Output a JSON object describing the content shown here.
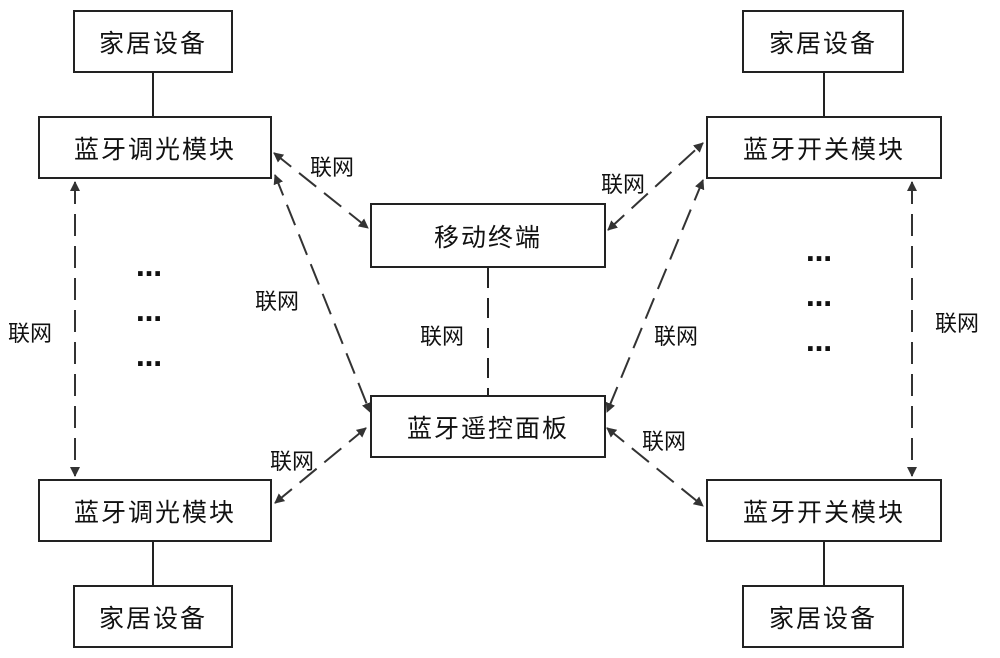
{
  "diagram": {
    "nodes": {
      "home_device_top_left": "家居设备",
      "home_device_top_right": "家居设备",
      "home_device_bottom_left": "家居设备",
      "home_device_bottom_right": "家居设备",
      "dimmer_module_top": "蓝牙调光模块",
      "dimmer_module_bottom": "蓝牙调光模块",
      "switch_module_top": "蓝牙开关模块",
      "switch_module_bottom": "蓝牙开关模块",
      "mobile_terminal": "移动终端",
      "remote_panel": "蓝牙遥控面板"
    },
    "edge_labels": {
      "dimmer_top_mobile": "联网",
      "dimmer_top_panel": "联网",
      "dimmer_vertical": "联网",
      "panel_dimmer_bottom": "联网",
      "mobile_switch_top": "联网",
      "mobile_panel": "联网",
      "switch_top_panel": "联网",
      "panel_switch_bottom": "联网",
      "switch_vertical": "联网"
    },
    "ellipsis": "…",
    "colors": {
      "line": "#222222",
      "arrow": "#333333",
      "text": "#111111"
    }
  }
}
